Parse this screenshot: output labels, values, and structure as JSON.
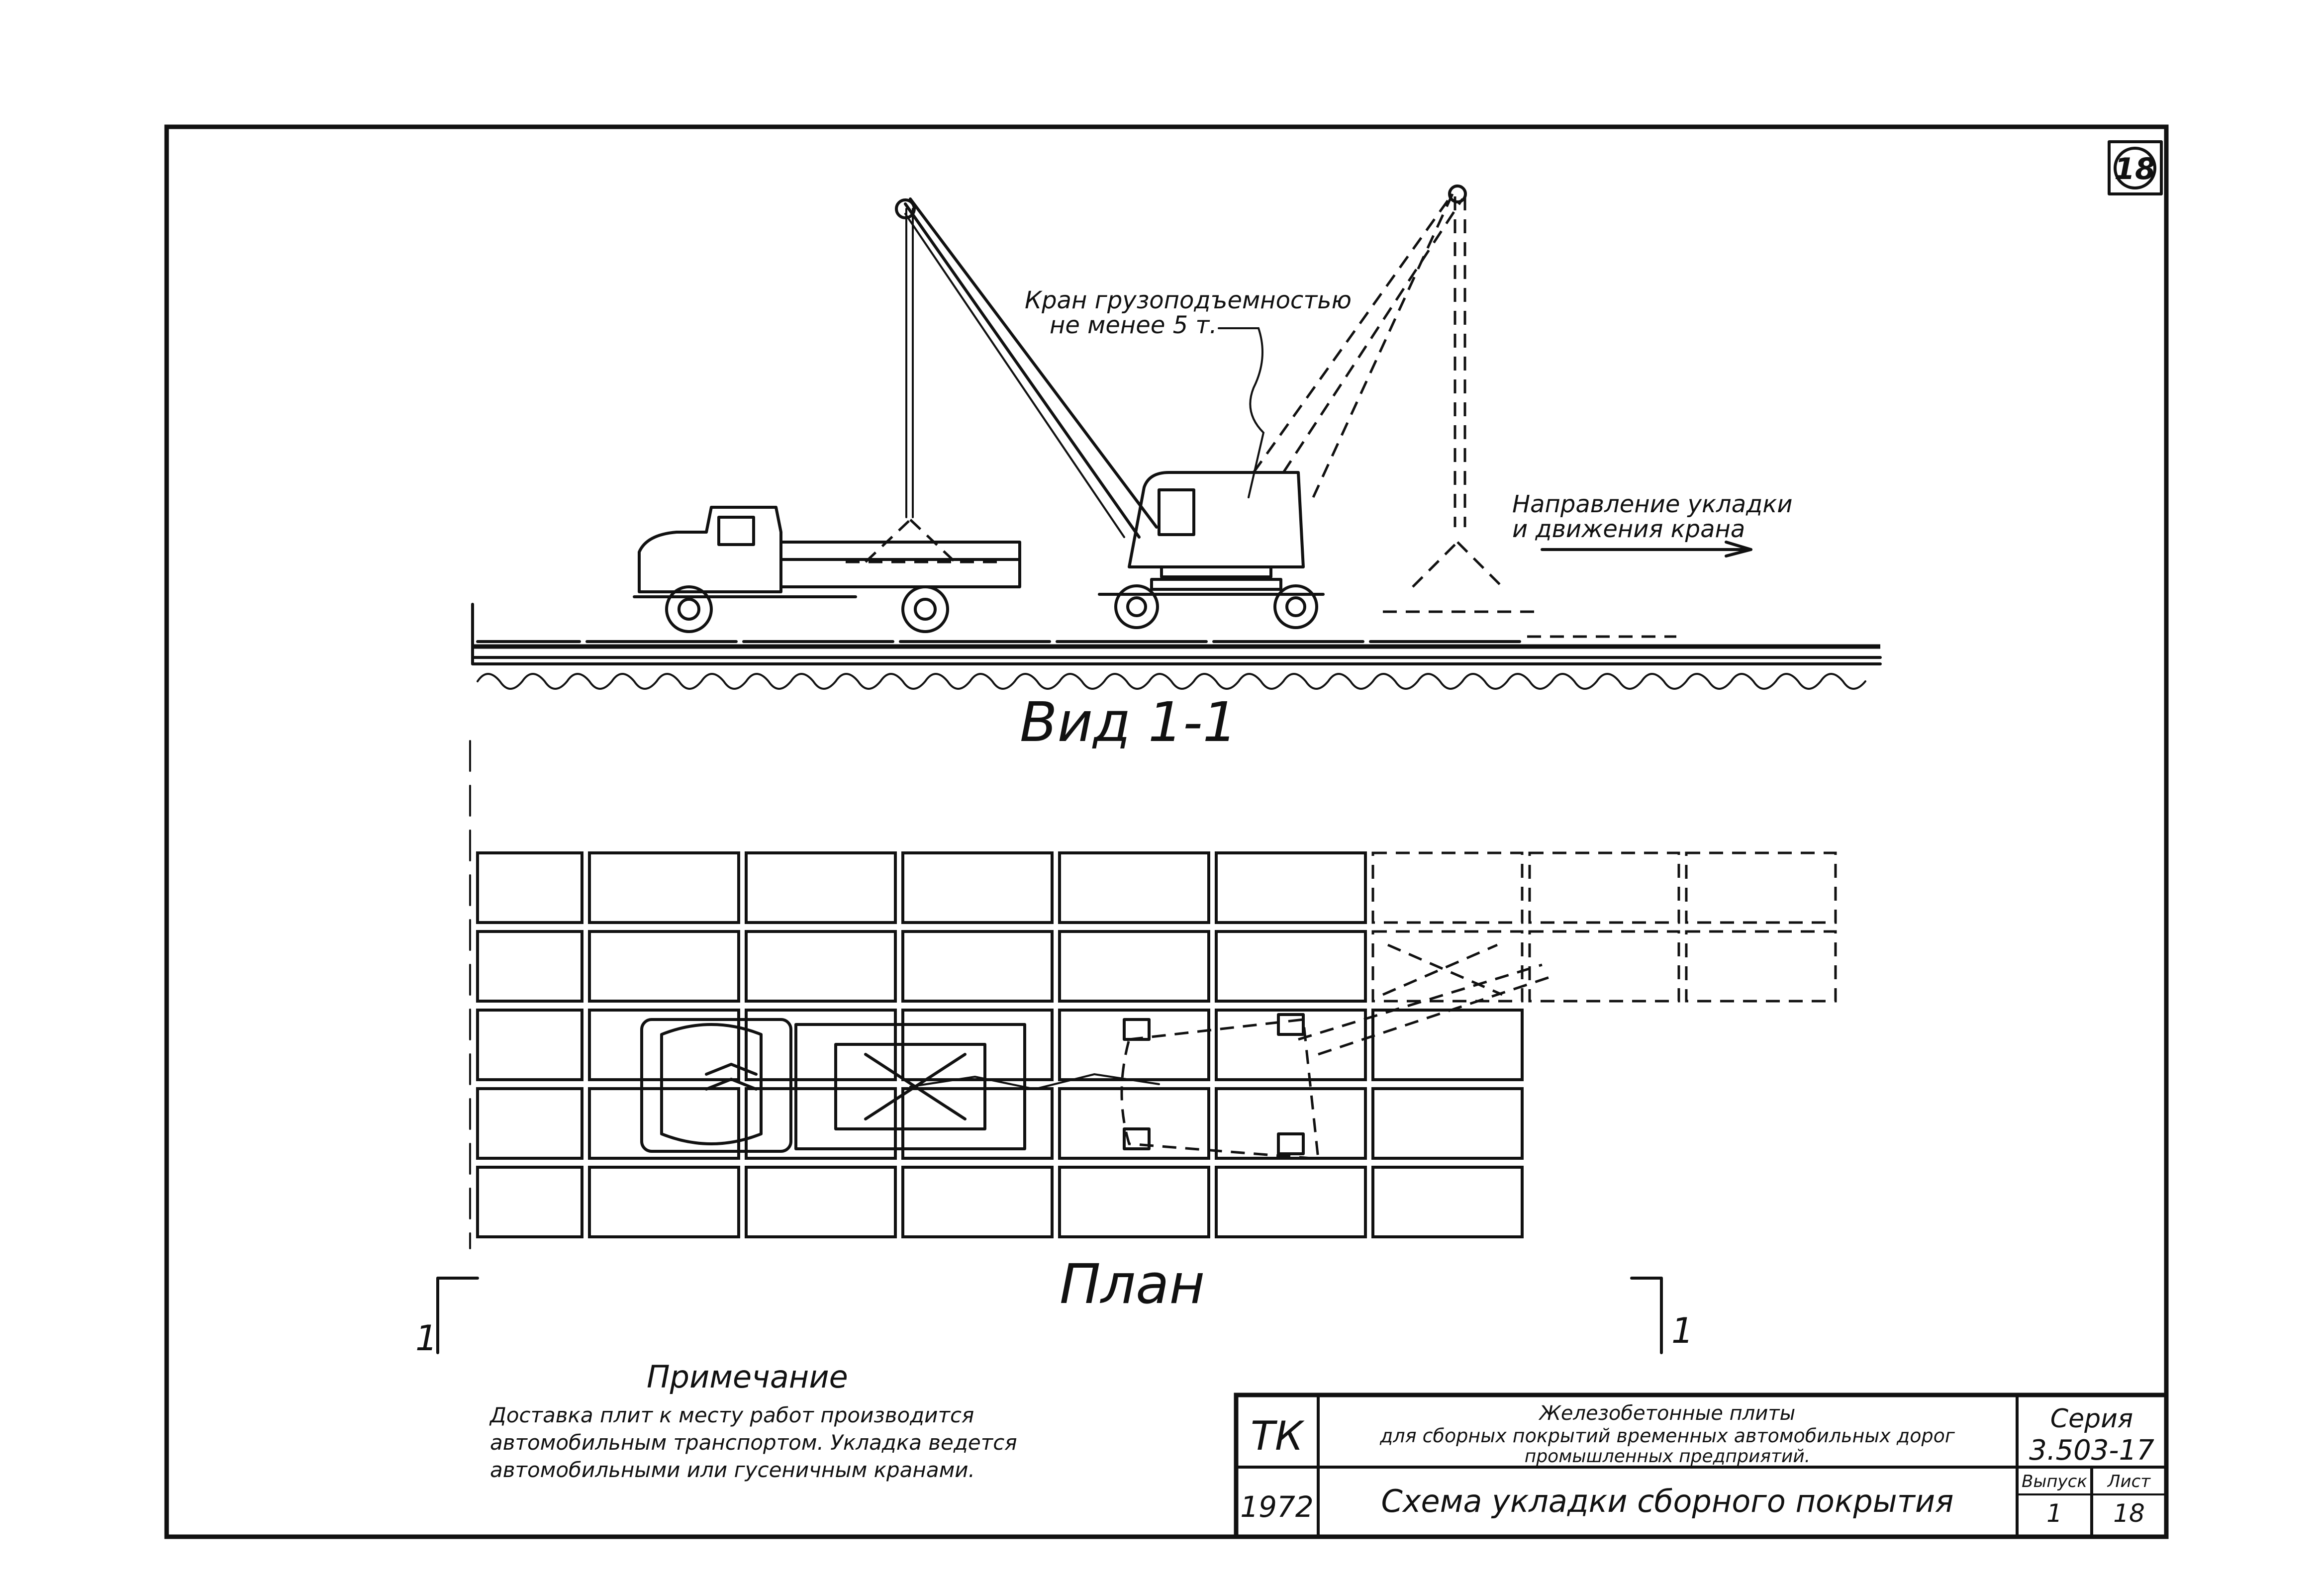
{
  "sheet": {
    "page_number": "18"
  },
  "labels": {
    "crane_capacity": [
      "Кран грузоподъемностью",
      "не менее 5 т."
    ],
    "direction": [
      "Направление укладки",
      "и движения крана"
    ],
    "view_title": "Вид 1-1",
    "plan_title": "План",
    "section_mark_left": "1",
    "section_mark_right": "1"
  },
  "note": {
    "title": "Примечание",
    "lines": [
      "Доставка плит к месту работ производится",
      "автомобильным транспортом. Укладка ведется",
      "автомобильными или гусеничным кранами."
    ]
  },
  "title_block": {
    "org": "ТК",
    "year": "1972",
    "doc_title_lines": [
      "Железобетонные плиты",
      "для сборных покрытий временных автомобильных дорог",
      "промышленных предприятий."
    ],
    "sheet_title": "Схема укладки сборного покрытия",
    "series_label": "Серия",
    "series_value": "3.503-17",
    "issue_label": "Выпуск",
    "issue_value": "1",
    "sheet_label": "Лист",
    "sheet_value": "18"
  }
}
